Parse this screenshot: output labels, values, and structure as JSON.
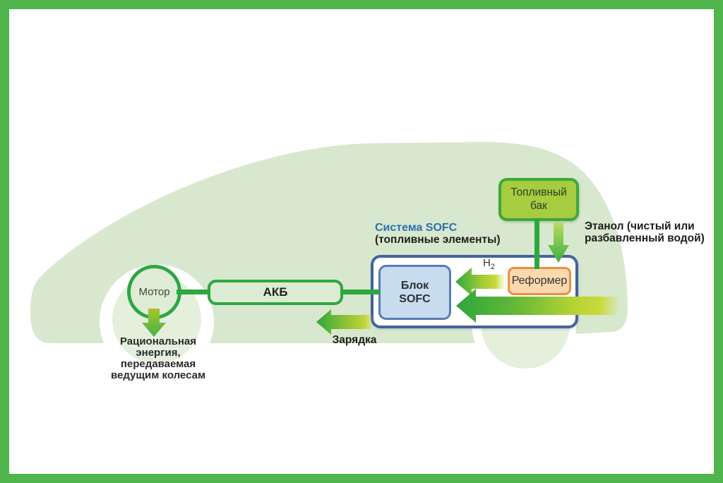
{
  "diagram": {
    "title": "Система SOFC",
    "subtitle": "(топливные элементы)"
  },
  "nodes": {
    "fuel_tank": {
      "lines": [
        "Топливный",
        "бак"
      ]
    },
    "reformer": {
      "label": "Реформер"
    },
    "sofc_block": {
      "lines": [
        "Блок",
        "SOFC"
      ]
    },
    "battery": {
      "label": "АКБ"
    },
    "motor": {
      "label": "Мотор"
    }
  },
  "flows": {
    "ethanol": {
      "lines": [
        "Этанол (чистый или",
        "разбавленный водой)"
      ]
    },
    "hydrogen": {
      "base": "H",
      "sub": "2"
    },
    "charging": {
      "label": "Зарядка"
    },
    "rational_energy": {
      "lines": [
        "Рациональная",
        "энергия,",
        "передаваемая",
        "ведущим колесам"
      ]
    }
  },
  "colors": {
    "frame_green": "#4fb54c",
    "car_body": "#d8e8ce",
    "wheel": "#e4f0dc",
    "connector_green": "#2ca83e",
    "fuel_tank_fill": "#a6cc40",
    "fuel_tank_border": "#3ea83a",
    "reformer_fill": "#fbd8ae",
    "reformer_border": "#e98e44",
    "sofc_fill": "#c8dcf0",
    "sofc_border": "#5a7cb0",
    "container_border": "#44629f",
    "battery_fill": "#dcecd2",
    "node_border_green": "#2ea643",
    "system_title_blue": "#2f6eb5",
    "arrow_yellow_green": "#c6d839",
    "arrow_green": "#2fa63c"
  }
}
